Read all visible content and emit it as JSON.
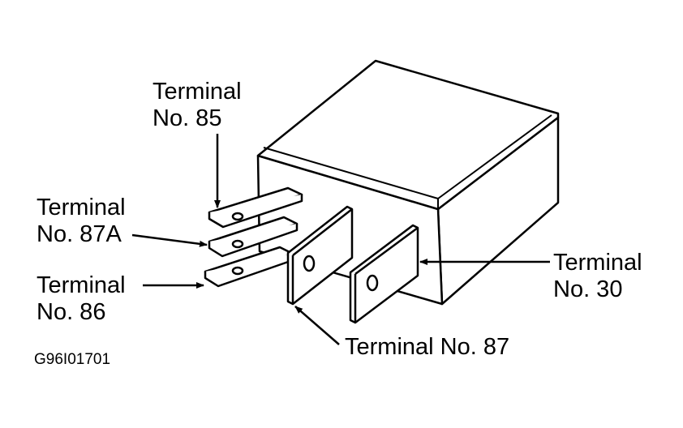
{
  "labels": {
    "t85": {
      "line1": "Terminal",
      "line2": "No. 85"
    },
    "t87a": {
      "line1": "Terminal",
      "line2": "No. 87A"
    },
    "t86": {
      "line1": "Terminal",
      "line2": "No. 86"
    },
    "t30": {
      "line1": "Terminal",
      "line2": "No. 30"
    },
    "t87": "Terminal No. 87"
  },
  "figure_code": "G96I01701"
}
